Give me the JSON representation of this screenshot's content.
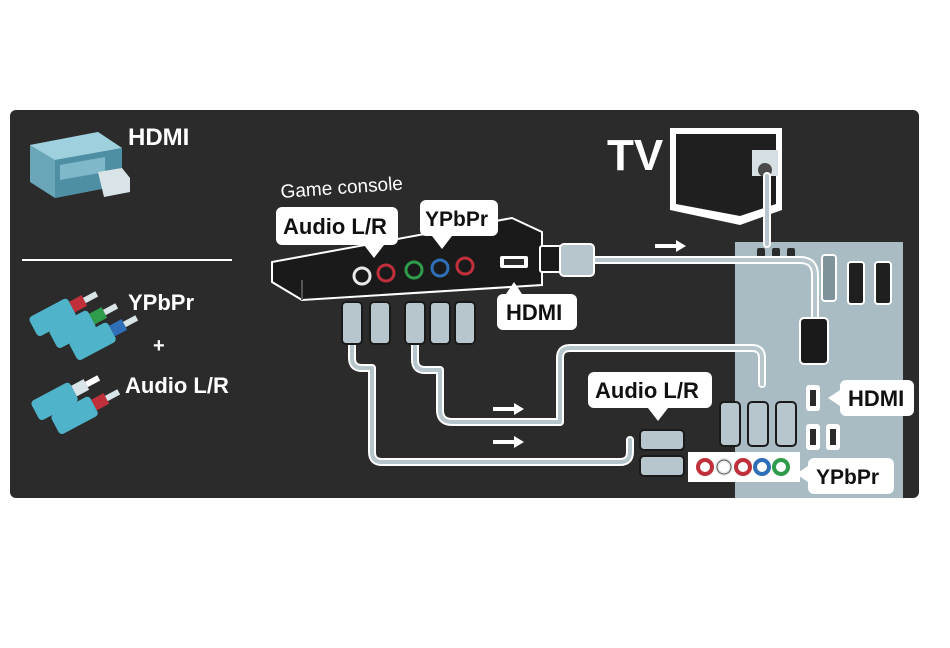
{
  "legend": {
    "hdmi_label": "HDMI",
    "ypbpr_label": "YPbPr",
    "plus_label": "+",
    "audio_label": "Audio L/R"
  },
  "device": {
    "console_label": "Game console",
    "audio_tag": "Audio L/R",
    "ypbpr_tag": "YPbPr",
    "hdmi_tag": "HDMI"
  },
  "tv": {
    "tv_label": "TV",
    "audio_tag": "Audio L/R",
    "hdmi_tag": "HDMI",
    "ypbpr_tag": "YPbPr"
  },
  "colors": {
    "panel": "#2b2b2b",
    "cable": "#b7c6cc",
    "tv_panel": "#a9bcc4",
    "accent_red": "#c0303a",
    "accent_green": "#2e9c4a",
    "accent_blue": "#2f6fb8",
    "plug_cyan": "#4fb3c9"
  }
}
